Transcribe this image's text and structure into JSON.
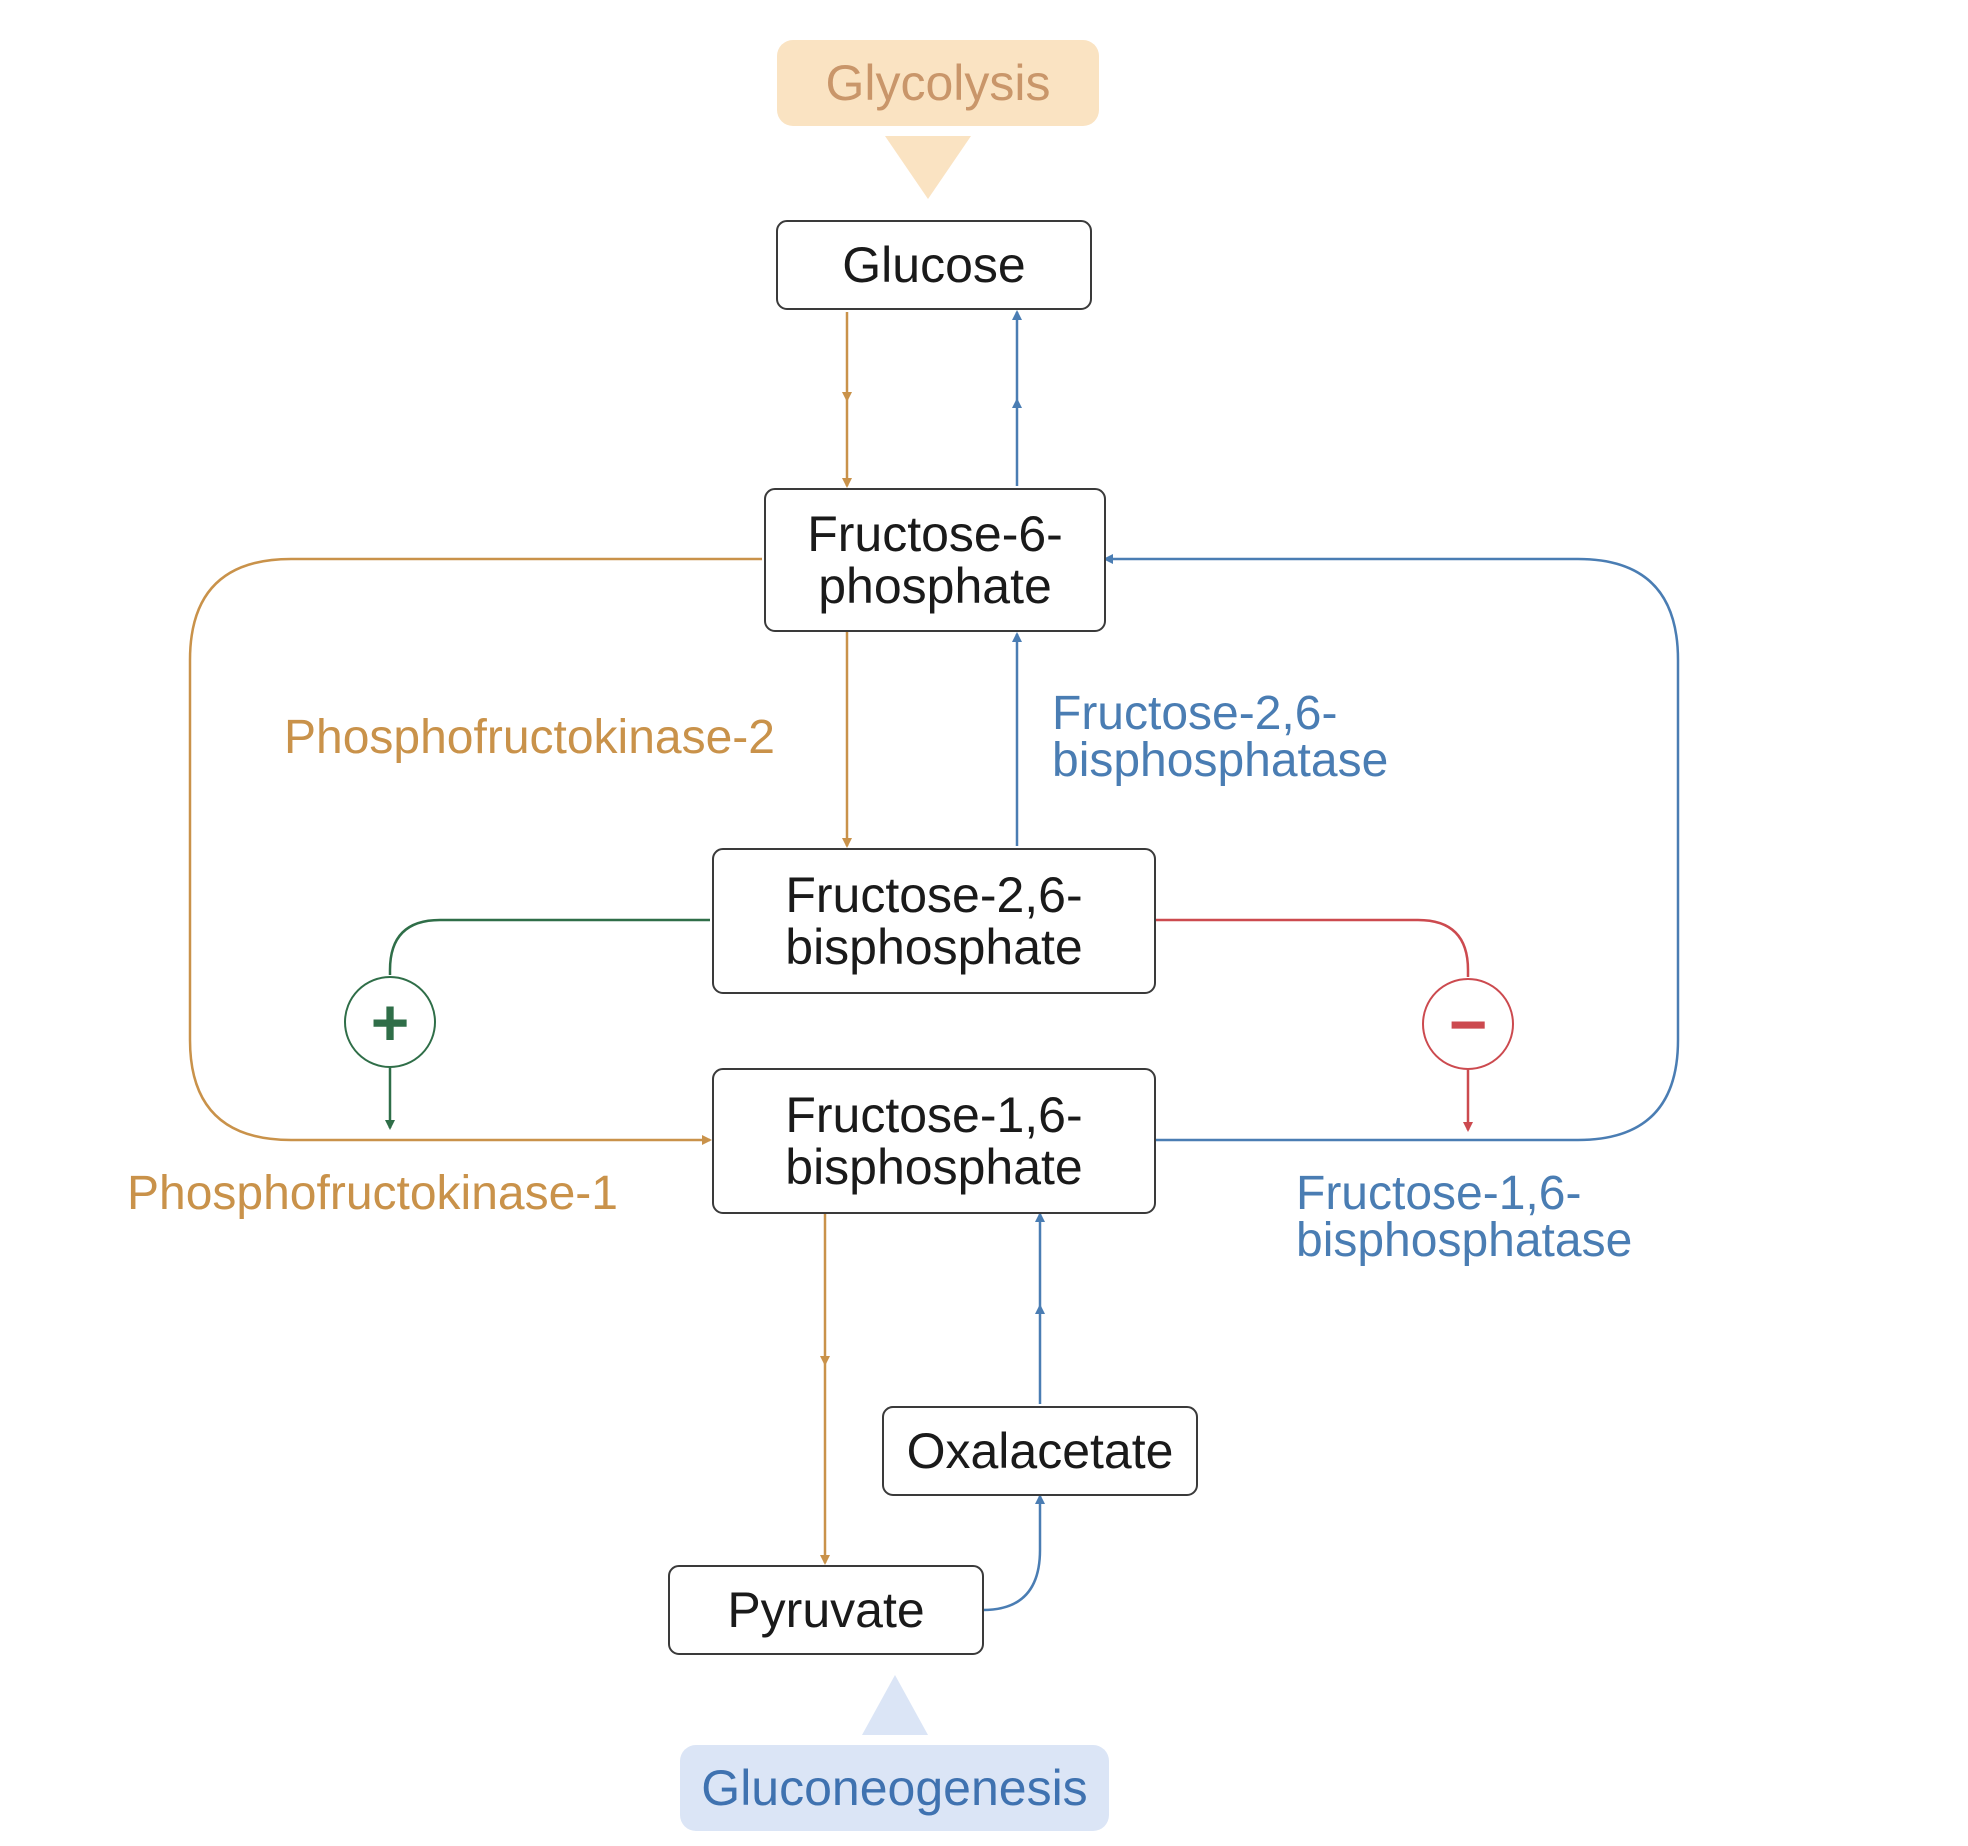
{
  "banners": {
    "glycolysis": "Glycolysis",
    "gluconeogenesis": "Gluconeogenesis"
  },
  "nodes": {
    "glucose": "Glucose",
    "f6p": [
      "Fructose-6-",
      "phosphate"
    ],
    "f26bp": [
      "Fructose-2,6-",
      "bisphosphate"
    ],
    "f16bp": [
      "Fructose-1,6-",
      "bisphosphate"
    ],
    "oxalacetate": "Oxalacetate",
    "pyruvate": "Pyruvate"
  },
  "enzymes": {
    "pfk2": "Phosphofructokinase-2",
    "f26bpase": [
      "Fructose-2,6-",
      "bisphosphatase"
    ],
    "pfk1": "Phosphofructokinase-1",
    "f16bpase": [
      "Fructose-1,6-",
      "bisphosphatase"
    ]
  },
  "regulation": {
    "activation": "+",
    "inhibition": "−"
  },
  "colors": {
    "glycolysis": "#c9924a",
    "gluconeogenesis": "#4a7db3",
    "activation": "#2f6e48",
    "inhibition": "#cc4a4f",
    "glycolysis_banner_bg": "#fae3c2",
    "glycolysis_banner_text": "#c9966a",
    "gluconeogenesis_banner_bg": "#dbe5f6",
    "gluconeogenesis_banner_text": "#3f72b0"
  }
}
